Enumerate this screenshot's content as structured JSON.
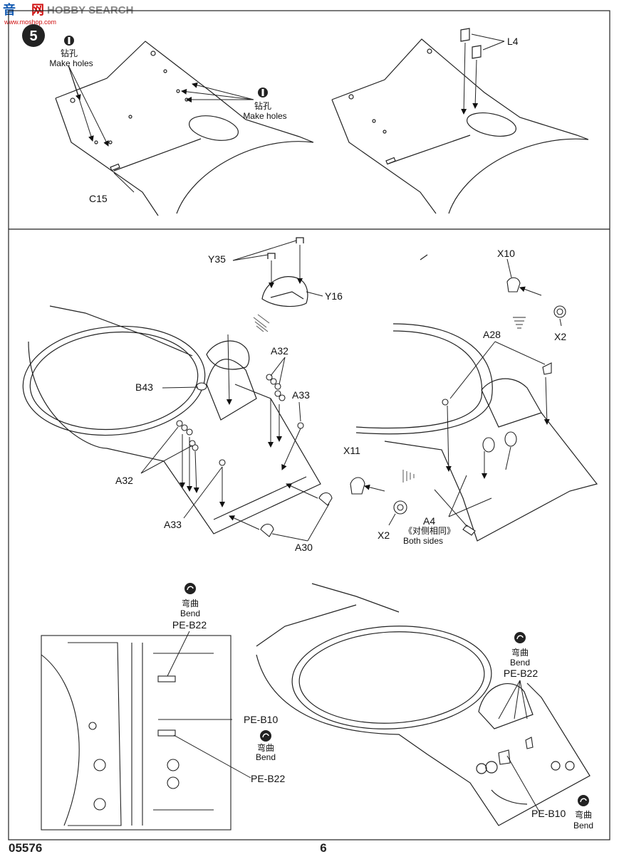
{
  "header": {
    "watermark_cn": "音",
    "watermark_red": "网",
    "watermark_text": "HOBBY SEARCH",
    "watermark_url": "www.moshop.com"
  },
  "step": {
    "number": "5"
  },
  "panel1": {
    "make_holes_left_cn": "钻孔",
    "make_holes_left_en": "Make holes",
    "make_holes_right_cn": "钻孔",
    "make_holes_right_en": "Make holes",
    "part_c15": "C15",
    "part_l4": "L4"
  },
  "panel2": {
    "y35": "Y35",
    "y16": "Y16",
    "b43": "B43",
    "a32_top": "A32",
    "a33_top": "A33",
    "a32_left": "A32",
    "a33_bottom": "A33",
    "a30": "A30",
    "x10": "X10",
    "x2_top": "X2",
    "a28": "A28",
    "x11": "X11",
    "x2_bottom": "X2",
    "a4": "A4",
    "both_sides_cn": "《对侧相同》",
    "both_sides_en": "Both sides"
  },
  "panel3": {
    "bend1_cn": "弯曲",
    "bend1_en": "Bend",
    "pe_b22_top": "PE-B22",
    "pe_b10_left": "PE-B10",
    "bend2_cn": "弯曲",
    "bend2_en": "Bend",
    "pe_b22_bottom": "PE-B22",
    "bend3_cn": "弯曲",
    "bend3_en": "Bend",
    "pe_b22_right": "PE-B22",
    "pe_b10_right": "PE-B10",
    "bend4_cn": "弯曲",
    "bend4_en": "Bend"
  },
  "footer": {
    "kit_number": "05576",
    "page_number": "6"
  }
}
